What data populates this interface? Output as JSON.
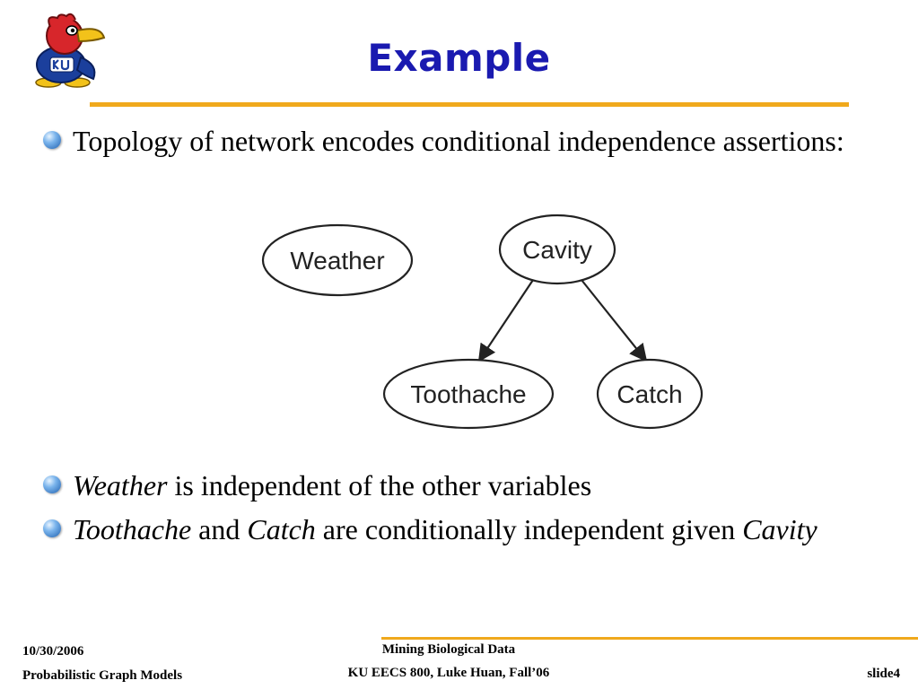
{
  "slide": {
    "title": "Example"
  },
  "bullets": [
    {
      "parts": [
        {
          "text": "Topology of network encodes conditional independence assertions:",
          "italic": false
        }
      ]
    },
    {
      "parts": [
        {
          "text": "Weather",
          "italic": true
        },
        {
          "text": " is independent of the other variables",
          "italic": false
        }
      ]
    },
    {
      "parts": [
        {
          "text": "Toothache",
          "italic": true
        },
        {
          "text": " and ",
          "italic": false
        },
        {
          "text": "Catch",
          "italic": true
        },
        {
          "text": " are conditionally independent given ",
          "italic": false
        },
        {
          "text": "Cavity",
          "italic": true
        }
      ]
    }
  ],
  "diagram": {
    "nodes": {
      "weather": "Weather",
      "cavity": "Cavity",
      "toothache": "Toothache",
      "catch": "Catch"
    },
    "edges": [
      {
        "from": "Cavity",
        "to": "Toothache"
      },
      {
        "from": "Cavity",
        "to": "Catch"
      }
    ]
  },
  "footer": {
    "date": "10/30/2006",
    "course_topic": "Probabilistic Graph Models",
    "course_title": "Mining Biological Data",
    "course_info": "KU EECS 800, Luke Huan, Fall’06",
    "slide_number": "slide4"
  },
  "colors": {
    "title": "#1a1ab0",
    "accent_rule": "#f0a91c",
    "bullet_icon": "#3d85d6"
  },
  "icons": {
    "logo": "jayhawk-logo-icon",
    "bullet": "bullet-orb-icon"
  }
}
